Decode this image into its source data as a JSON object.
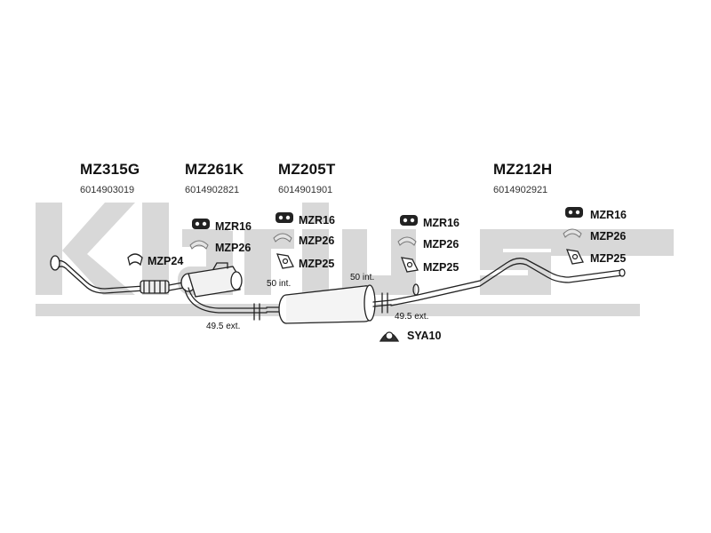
{
  "watermark": {
    "brand": "Klarius",
    "color": "#d6d6d6"
  },
  "parts": [
    {
      "code": "MZ315G",
      "number": "6014903019"
    },
    {
      "code": "MZ261K",
      "number": "6014902821"
    },
    {
      "code": "MZ205T",
      "number": "6014901901"
    },
    {
      "code": "MZ212H",
      "number": "6014902921"
    }
  ],
  "fittings": {
    "mzp24": "MZP24",
    "group1": [
      "MZR16",
      "MZP26"
    ],
    "group2": [
      "MZR16",
      "MZP26",
      "MZP25"
    ],
    "group3": [
      "MZR16",
      "MZP26",
      "MZP25"
    ],
    "group4": [
      "MZR16",
      "MZP26",
      "MZP25"
    ],
    "sya10": "SYA10"
  },
  "dimensions": {
    "ext_left": "49.5 ext.",
    "int_left": "50 int.",
    "int_right": "50 int.",
    "ext_right": "49.5 ext."
  }
}
